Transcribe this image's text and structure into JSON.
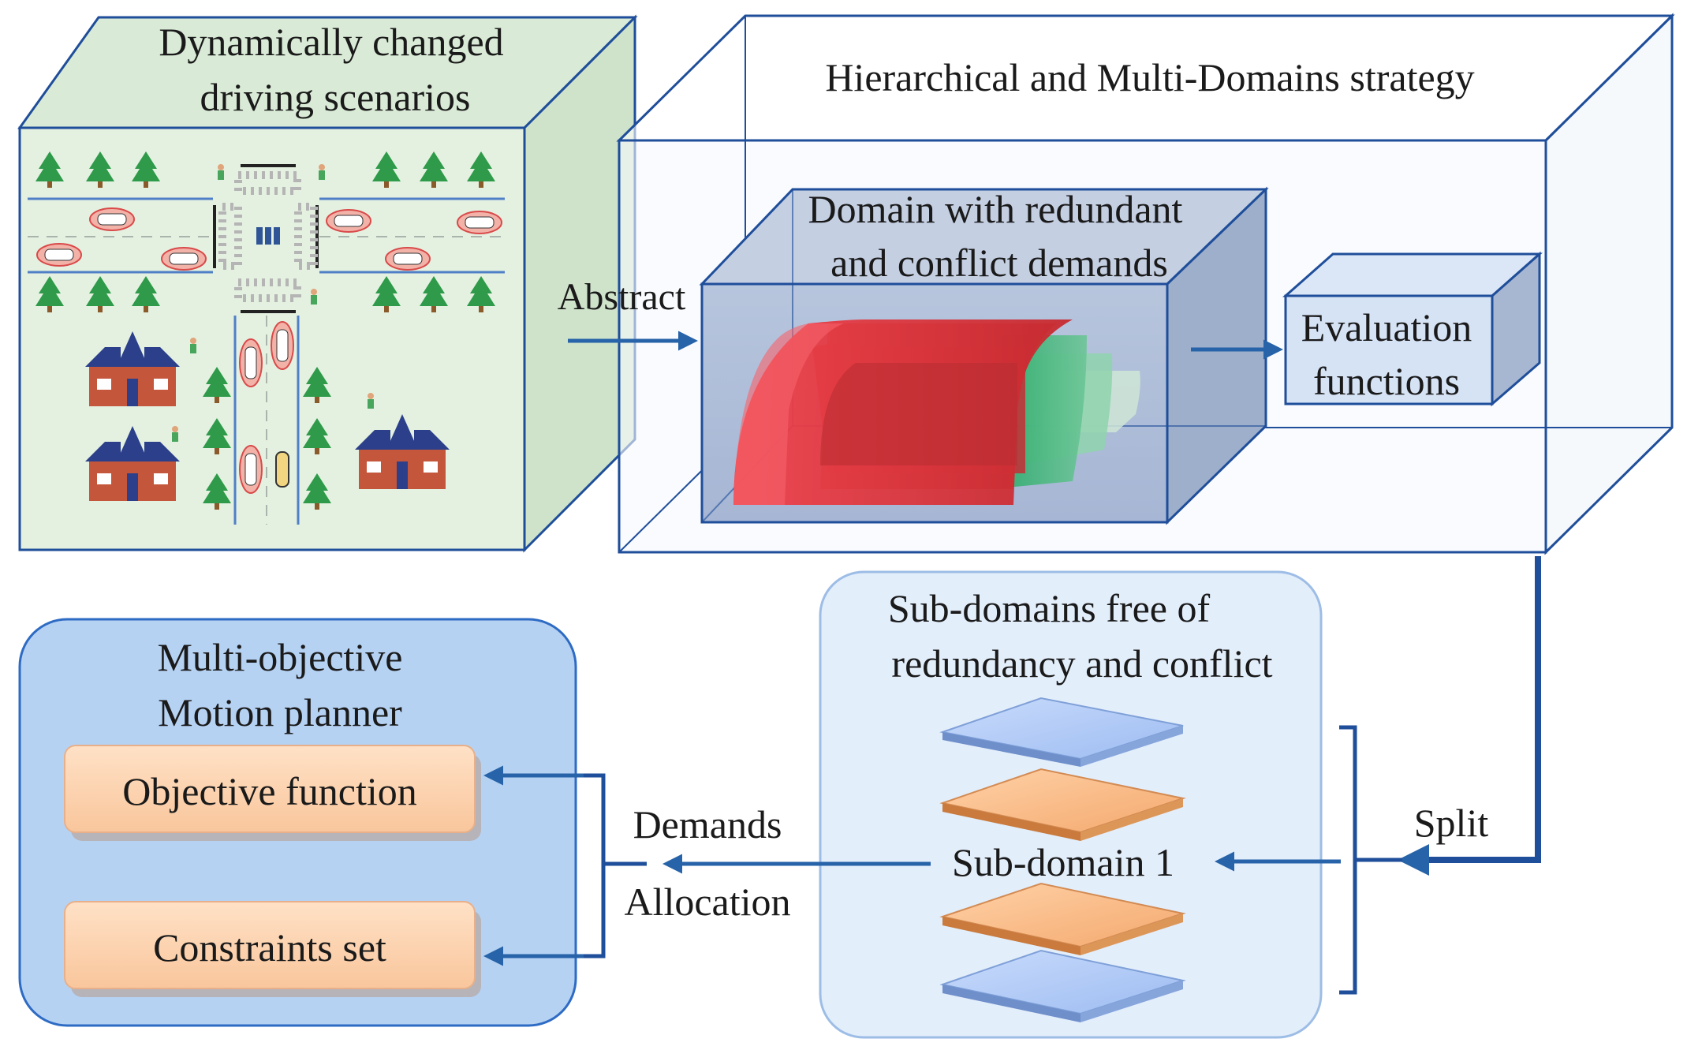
{
  "scenario_box": {
    "title_line1": "Dynamically changed",
    "title_line2": "driving scenarios"
  },
  "strategy_box": {
    "title": "Hierarchical and Multi-Domains strategy"
  },
  "domain_box": {
    "title_line1": "Domain with redundant",
    "title_line2": "and conflict demands"
  },
  "evaluation_box": {
    "line1": "Evaluation",
    "line2": "functions"
  },
  "arrows": {
    "abstract": "Abstract",
    "split": "Split",
    "demands": "Demands",
    "allocation": "Allocation"
  },
  "subdomain_panel": {
    "title_line1": "Sub-domains free of",
    "title_line2": "redundancy and conflict",
    "item_label": "Sub-domain 1"
  },
  "planner_panel": {
    "title_line1": "Multi-objective",
    "title_line2": "Motion planner",
    "objective_label": "Objective function",
    "constraints_label": "Constraints set"
  },
  "colors": {
    "scene_face": "#e4f1e0",
    "outline_blue": "#1f4e9a",
    "arrow_blue": "#2763a8",
    "red_layer": "#e8323c",
    "green_layer": "#1a9c5a",
    "orange_box": "#fcd3b2",
    "planner_bg": "#b6d2f3",
    "subdomain_bg": "#e3eefb"
  }
}
